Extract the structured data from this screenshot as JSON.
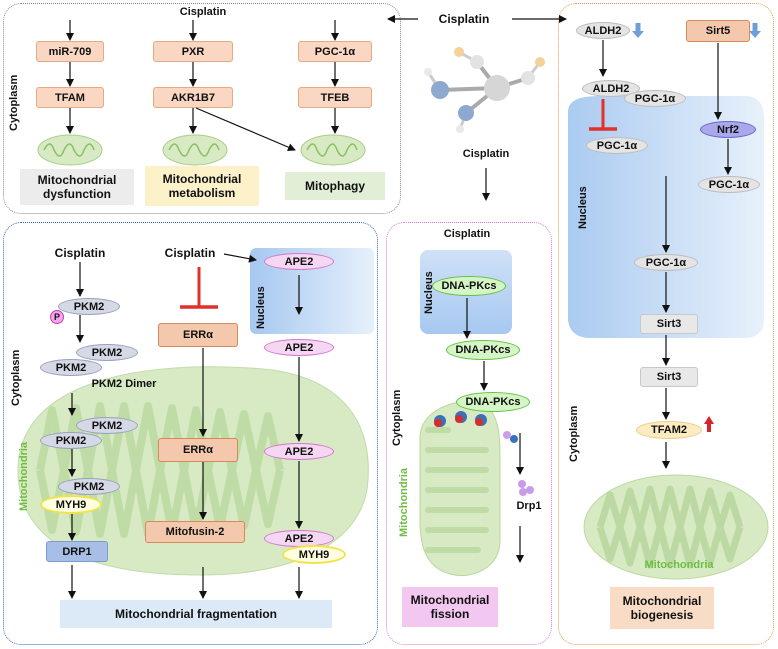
{
  "molecule_label": "Cisplatin",
  "top_left": {
    "title": "Cisplatin",
    "side_label": "Cytoplasm",
    "col1": [
      "miR-709",
      "TFAM"
    ],
    "col2": [
      "PXR",
      "AKR1B7"
    ],
    "col3": [
      "PGC-1α",
      "TFEB"
    ],
    "outcomes": [
      "Mitochondrial\ndysfunction",
      "Mitochondrial\nmetabolism",
      "Mitophagy"
    ]
  },
  "bottom_left": {
    "side_label": "Cytoplasm",
    "mito_label": "Mitochondria",
    "nucleus_label": "Nucleus",
    "c1": {
      "cisplatin": "Cisplatin",
      "p_badge": "P",
      "pkm2_a": "PKM2",
      "pkm2_b": "PKM2",
      "pkm2_c": "PKM2",
      "dimer_label": "PKM2 Dimer",
      "pkm2_d": "PKM2",
      "pkm2_e": "PKM2",
      "pkm2_f": "PKM2",
      "myh9": "MYH9",
      "drp1": "DRP1"
    },
    "c2": {
      "cisplatin": "Cisplatin",
      "erra_1": "ERRα",
      "erra_2": "ERRα",
      "mitofusin": "Mitofusin-2"
    },
    "c3": {
      "ape2_1": "APE2",
      "ape2_2": "APE2",
      "ape2_3": "APE2",
      "ape2_4": "APE2",
      "myh9": "MYH9"
    },
    "outcome": "Mitochondrial fragmentation"
  },
  "bottom_middle": {
    "cisplatin_arrow_label": "Cisplatin",
    "title": "Cisplatin",
    "nucleus_label": "Nucleus",
    "side_label": "Cytoplasm",
    "mito_label": "Mitochondria",
    "dnapk_1": "DNA-PKcs",
    "dnapk_2": "DNA-PKcs",
    "dnapk_3": "DNA-PKcs",
    "drp1": "Drp1",
    "outcome": "Mitochondrial\nfission"
  },
  "right": {
    "aldh2_top": "ALDH2",
    "sirt5": "Sirt5",
    "aldh2": "ALDH2",
    "pgc_a": "PGC-1α",
    "pgc_b": "PGC-1α",
    "nrf2": "Nrf2",
    "pgc_c": "PGC-1α",
    "nucleus_label": "Nucleus",
    "pgc_d": "PGC-1α",
    "sirt3_a": "Sirt3",
    "sirt3_b": "Sirt3",
    "side_label": "Cytoplasm",
    "tfam2": "TFAM2",
    "mito_label": "Mitochondria",
    "outcome": "Mitochondrial\nbiogenesis"
  },
  "cisplatin_center": "Cisplatin",
  "colors": {
    "inhibit": "#e0312b",
    "down_arrow": "#6f9fd6",
    "up_arrow": "#d9232b",
    "mito_green": "#d7eac4",
    "nucleus_blue": "#a6c8f0"
  }
}
